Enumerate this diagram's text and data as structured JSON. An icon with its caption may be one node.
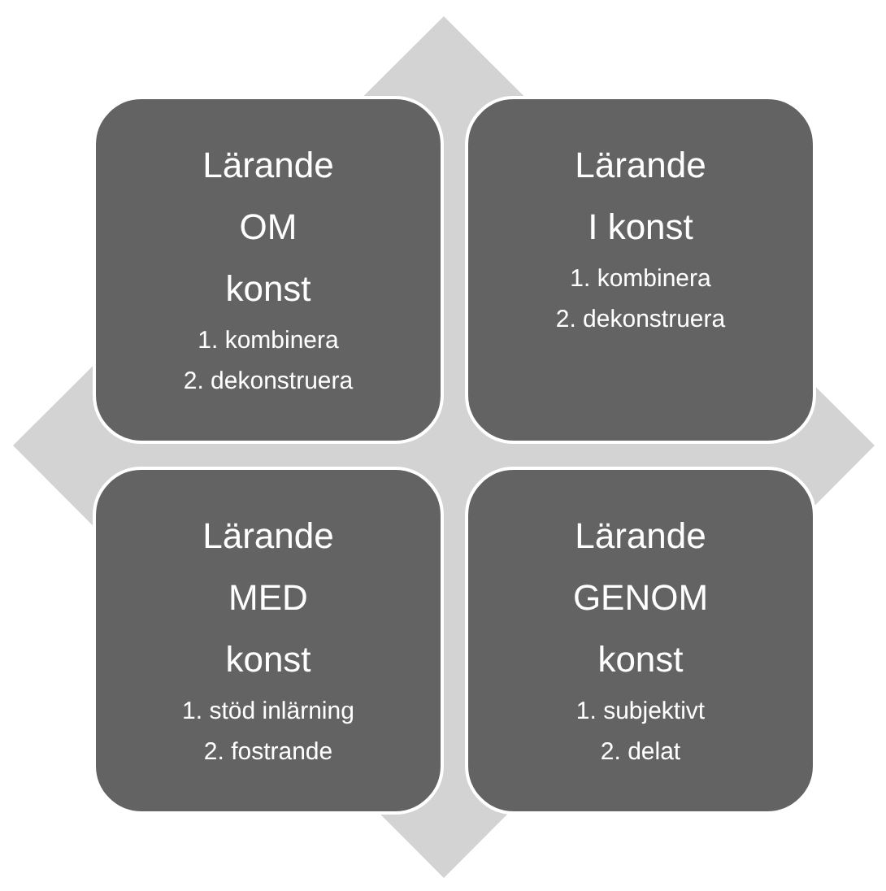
{
  "diagram": {
    "nodes": [
      {
        "text": [
          "Lärande OM konst",
          "1. kombinera",
          "2. dekonstruera"
        ]
      },
      {
        "text": [
          "Lärande I konst",
          "1. kombinera",
          "2. dekonstruera"
        ]
      },
      {
        "text": [
          "Lärande MED konst",
          "1. stöd inlärning",
          "2. fostrande"
        ]
      },
      {
        "text": [
          "Lärande GENOM konst",
          "1. subjektivt",
          "2. delat"
        ]
      }
    ]
  }
}
